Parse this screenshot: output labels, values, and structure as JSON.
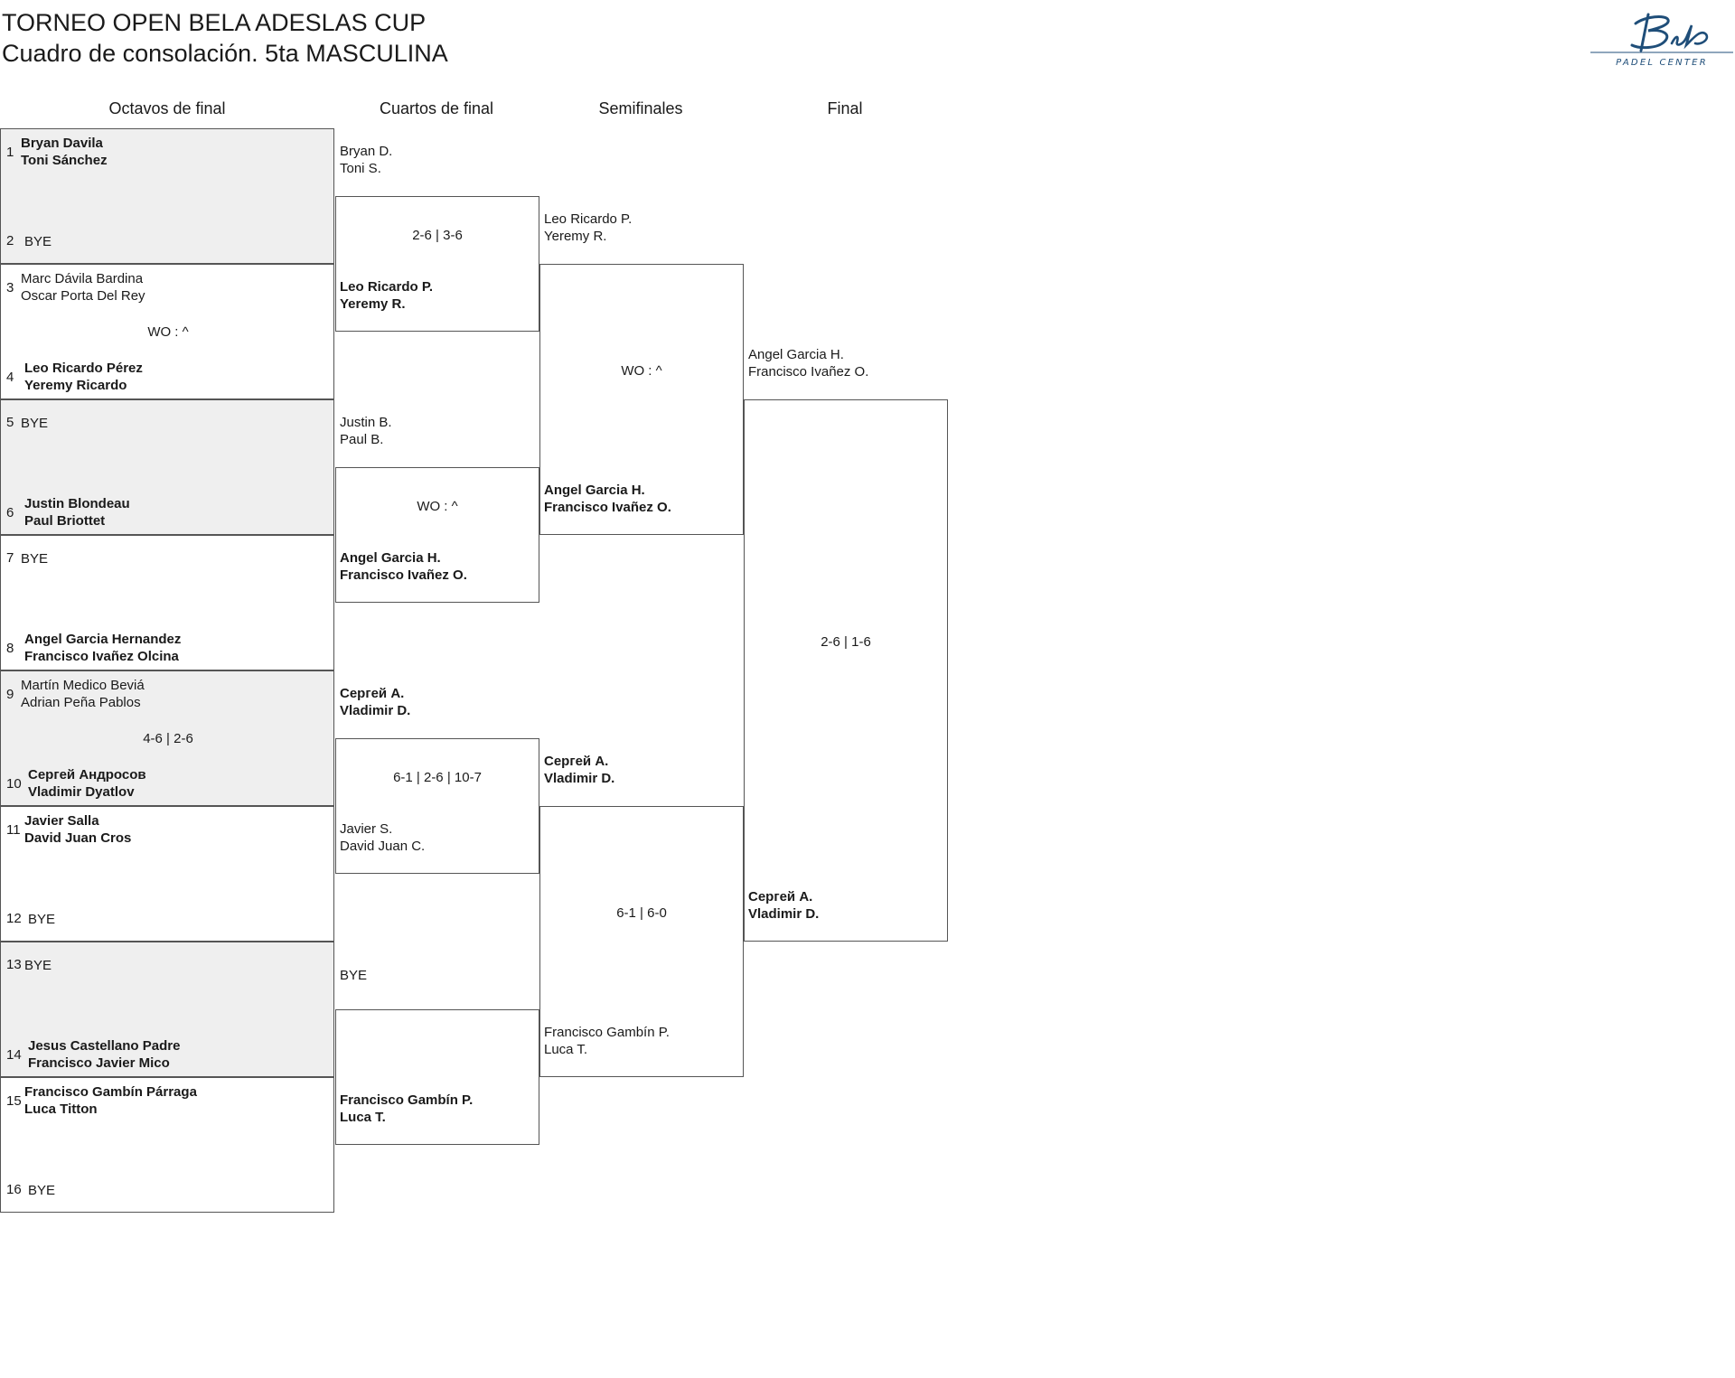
{
  "header": {
    "title": "TORNEO OPEN BELA ADESLAS CUP",
    "subtitle": "Cuadro de consolación. 5ta MASCULINA"
  },
  "logo": {
    "script_text": "Bela",
    "caption": "PADEL CENTER",
    "color": "#1f4e79"
  },
  "rounds": [
    "Octavos de final",
    "Cuartos de final",
    "Semifinales",
    "Final"
  ],
  "octavos": [
    {
      "seed_a": "1",
      "team_a": [
        "Bryan Davila",
        "Toni Sánchez"
      ],
      "team_a_winner": true,
      "seed_b": "2",
      "team_b": [
        "BYE"
      ],
      "team_b_winner": false,
      "score": "",
      "shaded": true
    },
    {
      "seed_a": "3",
      "team_a": [
        "Marc Dávila Bardina",
        "Oscar Porta Del Rey"
      ],
      "team_a_winner": false,
      "seed_b": "4",
      "team_b": [
        "Leo Ricardo Pérez",
        "Yeremy Ricardo"
      ],
      "team_b_winner": true,
      "score": "WO : ^",
      "shaded": false
    },
    {
      "seed_a": "5",
      "team_a": [
        "BYE"
      ],
      "team_a_winner": false,
      "seed_b": "6",
      "team_b": [
        "Justin Blondeau",
        "Paul Briottet"
      ],
      "team_b_winner": true,
      "score": "",
      "shaded": true
    },
    {
      "seed_a": "7",
      "team_a": [
        "BYE"
      ],
      "team_a_winner": false,
      "seed_b": "8",
      "team_b": [
        "Angel Garcia Hernandez",
        "Francisco Ivañez Olcina"
      ],
      "team_b_winner": true,
      "score": "",
      "shaded": false
    },
    {
      "seed_a": "9",
      "team_a": [
        "Martín Medico Beviá",
        "Adrian Peña Pablos"
      ],
      "team_a_winner": false,
      "seed_b": "10",
      "team_b": [
        "Сергей Андросов",
        "Vladimir Dyatlov"
      ],
      "team_b_winner": true,
      "score": "4-6 | 2-6",
      "shaded": true
    },
    {
      "seed_a": "11",
      "team_a": [
        "Javier Salla",
        "David Juan Cros"
      ],
      "team_a_winner": true,
      "seed_b": "12",
      "team_b": [
        "BYE"
      ],
      "team_b_winner": false,
      "score": "",
      "shaded": false
    },
    {
      "seed_a": "13",
      "team_a": [
        "BYE"
      ],
      "team_a_winner": false,
      "seed_b": "14",
      "team_b": [
        "Jesus Castellano Padre",
        "Francisco Javier Mico"
      ],
      "team_b_winner": true,
      "score": "",
      "shaded": true
    },
    {
      "seed_a": "15",
      "team_a": [
        "Francisco Gambín Párraga",
        "Luca Titton"
      ],
      "team_a_winner": true,
      "seed_b": "16",
      "team_b": [
        "BYE"
      ],
      "team_b_winner": false,
      "score": "",
      "shaded": false
    }
  ],
  "cuartos": [
    {
      "team_a": [
        "Bryan D.",
        "Toni S."
      ],
      "team_a_winner": false,
      "team_b": [
        "Leo Ricardo P.",
        "Yeremy R."
      ],
      "team_b_winner": true,
      "score": "2-6 | 3-6"
    },
    {
      "team_a": [
        "Justin B.",
        "Paul B."
      ],
      "team_a_winner": false,
      "team_b": [
        "Angel Garcia H.",
        "Francisco Ivañez O."
      ],
      "team_b_winner": true,
      "score": "WO : ^"
    },
    {
      "team_a": [
        "Сергей А.",
        "Vladimir D."
      ],
      "team_a_winner": true,
      "team_b": [
        "Javier S.",
        "David Juan C."
      ],
      "team_b_winner": false,
      "score": "6-1 | 2-6 | 10-7"
    },
    {
      "team_a": [
        "BYE"
      ],
      "team_a_winner": false,
      "team_b": [
        "Francisco Gambín P.",
        "Luca T."
      ],
      "team_b_winner": true,
      "score": ""
    }
  ],
  "semifinales": [
    {
      "team_a": [
        "Leo Ricardo P.",
        "Yeremy R."
      ],
      "team_a_winner": false,
      "team_b": [
        "Angel Garcia H.",
        "Francisco Ivañez O."
      ],
      "team_b_winner": true,
      "score": "WO : ^"
    },
    {
      "team_a": [
        "Сергей А.",
        "Vladimir D."
      ],
      "team_a_winner": true,
      "team_b": [
        "Francisco Gambín P.",
        "Luca T."
      ],
      "team_b_winner": false,
      "score": "6-1 | 6-0"
    }
  ],
  "final": {
    "team_a": [
      "Angel Garcia H.",
      "Francisco Ivañez O."
    ],
    "team_a_winner": false,
    "team_b": [
      "Сергей А.",
      "Vladimir D."
    ],
    "team_b_winner": true,
    "score": "2-6 | 1-6"
  }
}
